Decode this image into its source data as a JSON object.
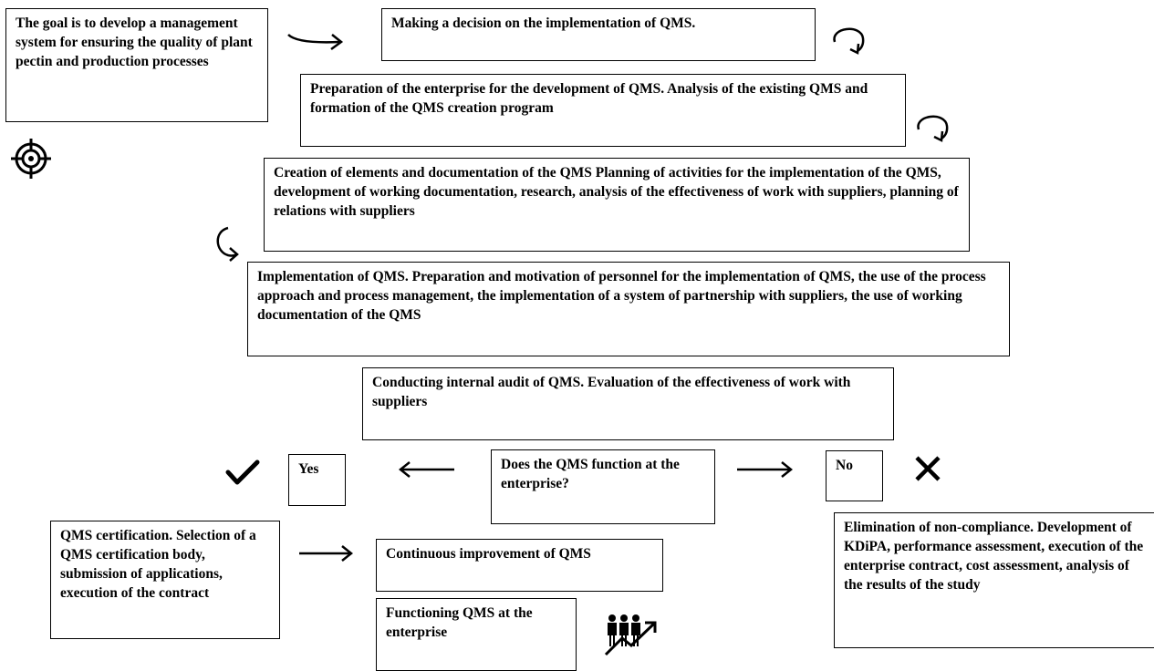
{
  "boxes": {
    "goal": "The goal is to develop a management system for ensuring the quality of plant pectin and production processes",
    "decision": "Making a decision on the implementation of QMS.",
    "preparation": "Preparation of the enterprise for the development of QMS. Analysis of the existing QMS and formation of the QMS creation program",
    "creation": "Creation of elements and documentation of the QMS Planning of activities for the implementation of the QMS, development of working documentation, research, analysis of the effectiveness of work with suppliers, planning of relations with suppliers",
    "implementation": "Implementation of QMS. Preparation and motivation of personnel for the implementation of QMS, the use of the process approach and process management, the implementation of a system of partnership with suppliers, the use of working documentation of the QMS",
    "audit": "Conducting internal audit of QMS. Evaluation of the effectiveness of work with suppliers",
    "question": "Does the QMS function at the enterprise?",
    "yes": "Yes",
    "no": "No",
    "certification": "QMS certification. Selection of a QMS certification body, submission of applications, execution of the contract",
    "improvement": "Continuous improvement of QMS",
    "functioning": "Functioning QMS at the enterprise",
    "elimination": "Elimination of non-compliance. Development of KDiPA, performance assessment, execution of the enterprise contract, cost assessment, analysis of the results of the study"
  },
  "icons": {
    "target": "target-icon",
    "check": "checkmark-icon",
    "cross": "cross-icon",
    "growth": "people-growth-icon",
    "arrow_right": "arrow-right-icon",
    "arrow_left": "arrow-left-icon",
    "curved": "curved-arrow-icon"
  }
}
